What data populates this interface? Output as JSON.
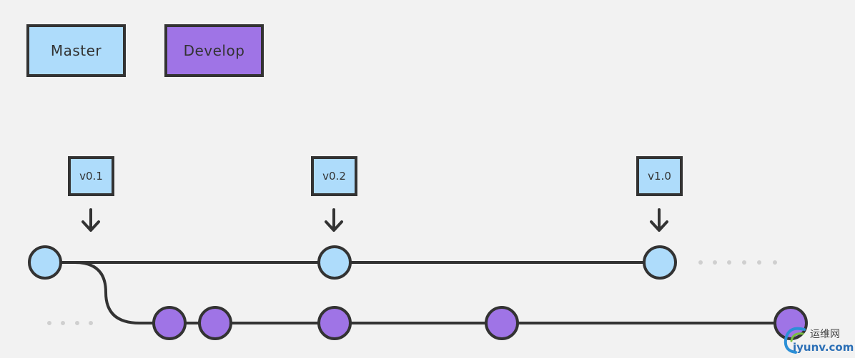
{
  "legend": {
    "master": {
      "label": "Master",
      "color": "#aedcfb"
    },
    "develop": {
      "label": "Develop",
      "color": "#9f74e6"
    }
  },
  "tags": [
    {
      "label": "v0.1"
    },
    {
      "label": "v0.2"
    },
    {
      "label": "v1.0"
    }
  ],
  "colors": {
    "stroke": "#333333",
    "background": "#f2f2f2",
    "dots": "#cfcfcf"
  },
  "watermark": {
    "top_text": "运维网",
    "bottom_text": "iyunv.com"
  }
}
